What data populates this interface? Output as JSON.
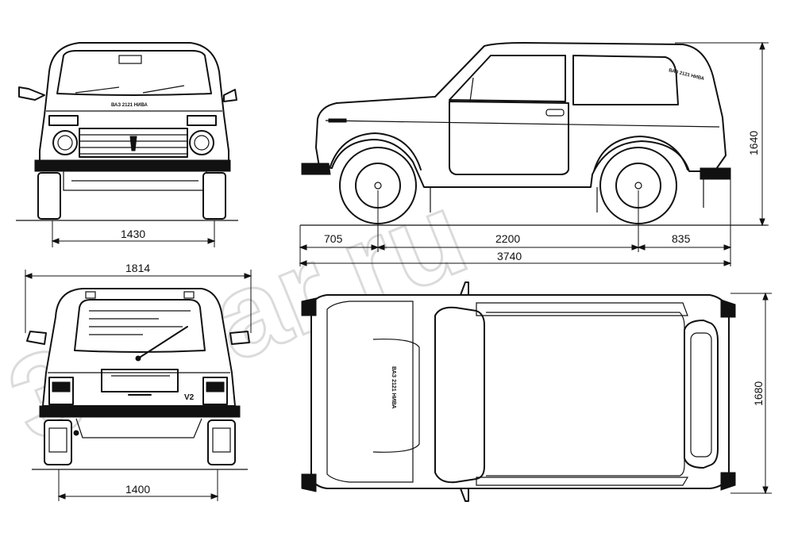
{
  "front_view": {
    "track_label": "1430",
    "badge_label": "ВАЗ 2121 НИВА"
  },
  "rear_view": {
    "width_label": "1814",
    "track_label": "1400"
  },
  "side_view": {
    "height_label": "1640",
    "front_overhang_label": "705",
    "wheelbase_label": "2200",
    "rear_overhang_label": "835",
    "length_label": "3740",
    "badge_label": "ВАЗ 2121 НИВА"
  },
  "top_view": {
    "width_label": "1680",
    "badge_label": "ВАЗ 2121 НИВА"
  },
  "watermark": {
    "text": "3Dcar.ru",
    "color": "#c9c9c9"
  },
  "colors": {
    "ink": "#111111",
    "paper": "#ffffff"
  }
}
